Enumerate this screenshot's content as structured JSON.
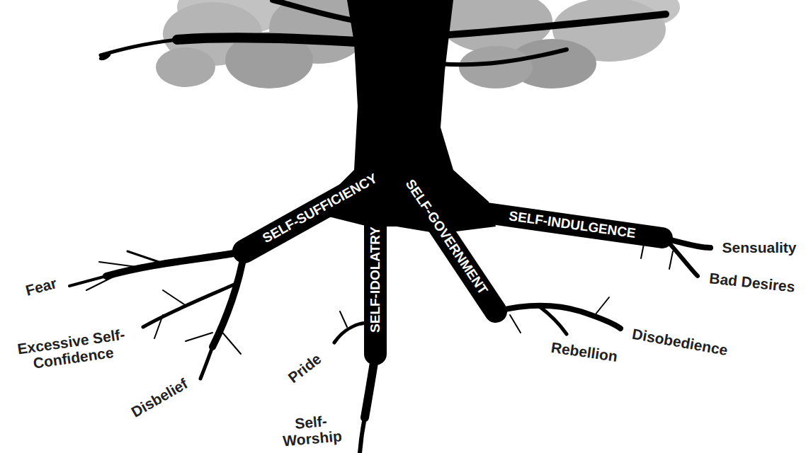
{
  "diagram": {
    "labels": [
      "SELF-SUFFICIENCY",
      "SELF-IDOLATRY",
      "SELF-GOVERNMENT",
      "SELF-INDULGENCE",
      "Fear",
      "Excessive Self-Confidence",
      "Disbelief",
      "Pride",
      "Self-Worship",
      "Rebellion",
      "Disobedience",
      "Sensuality",
      "Bad Desires"
    ]
  }
}
